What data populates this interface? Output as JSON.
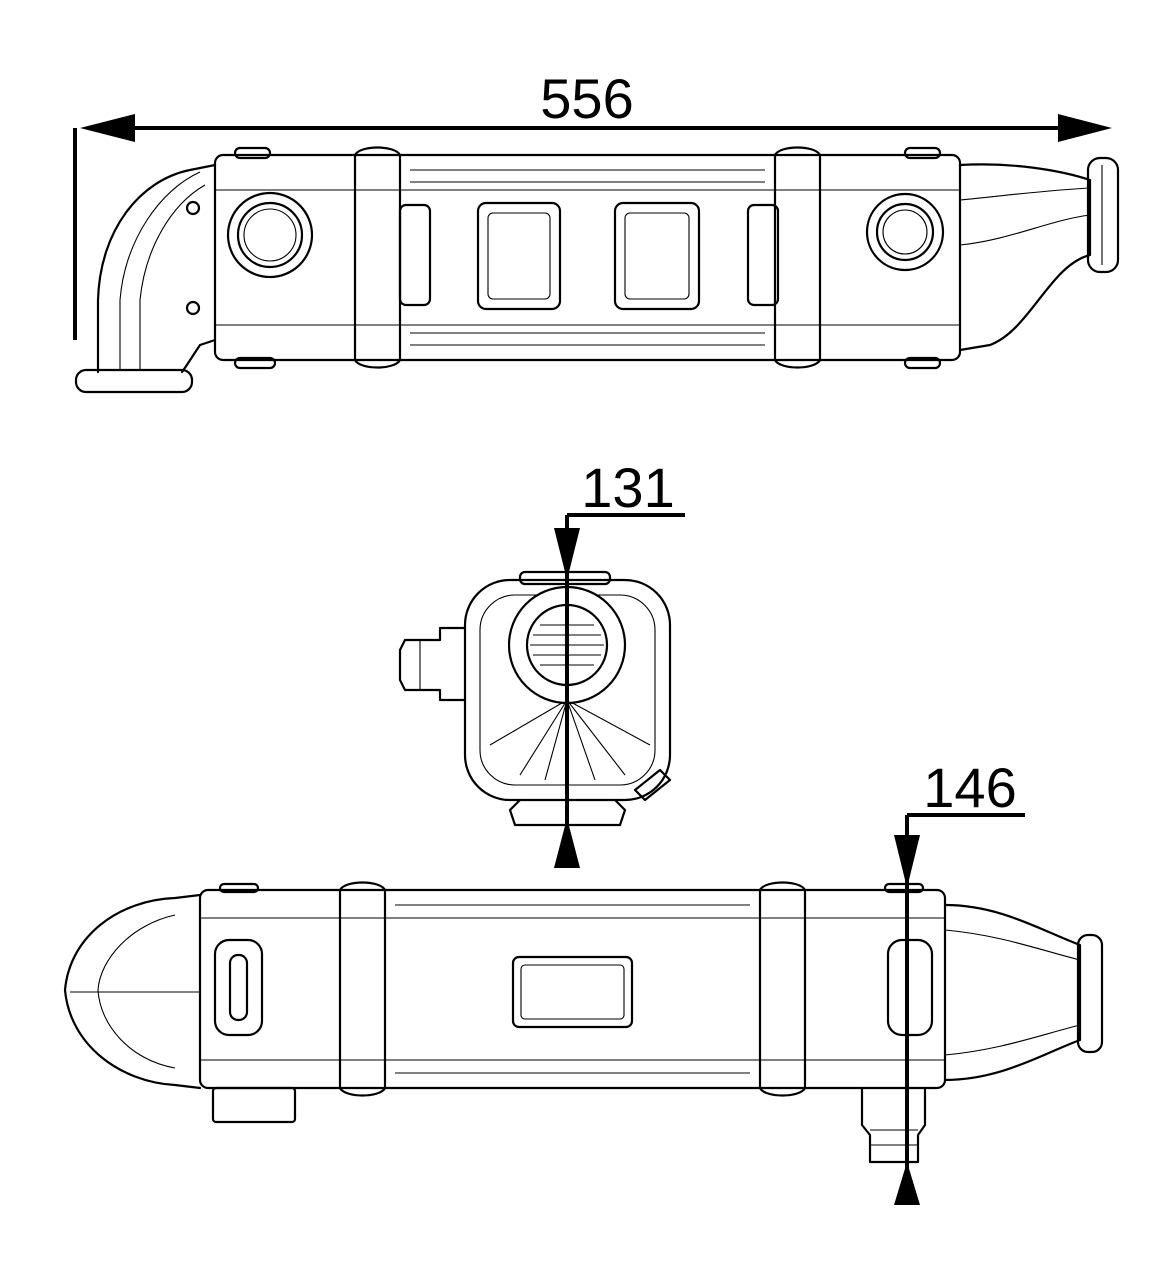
{
  "drawing": {
    "top_view": {
      "dimension_length": "556"
    },
    "end_view": {
      "dimension_width": "131"
    },
    "bottom_view": {
      "dimension_height": "146"
    }
  }
}
